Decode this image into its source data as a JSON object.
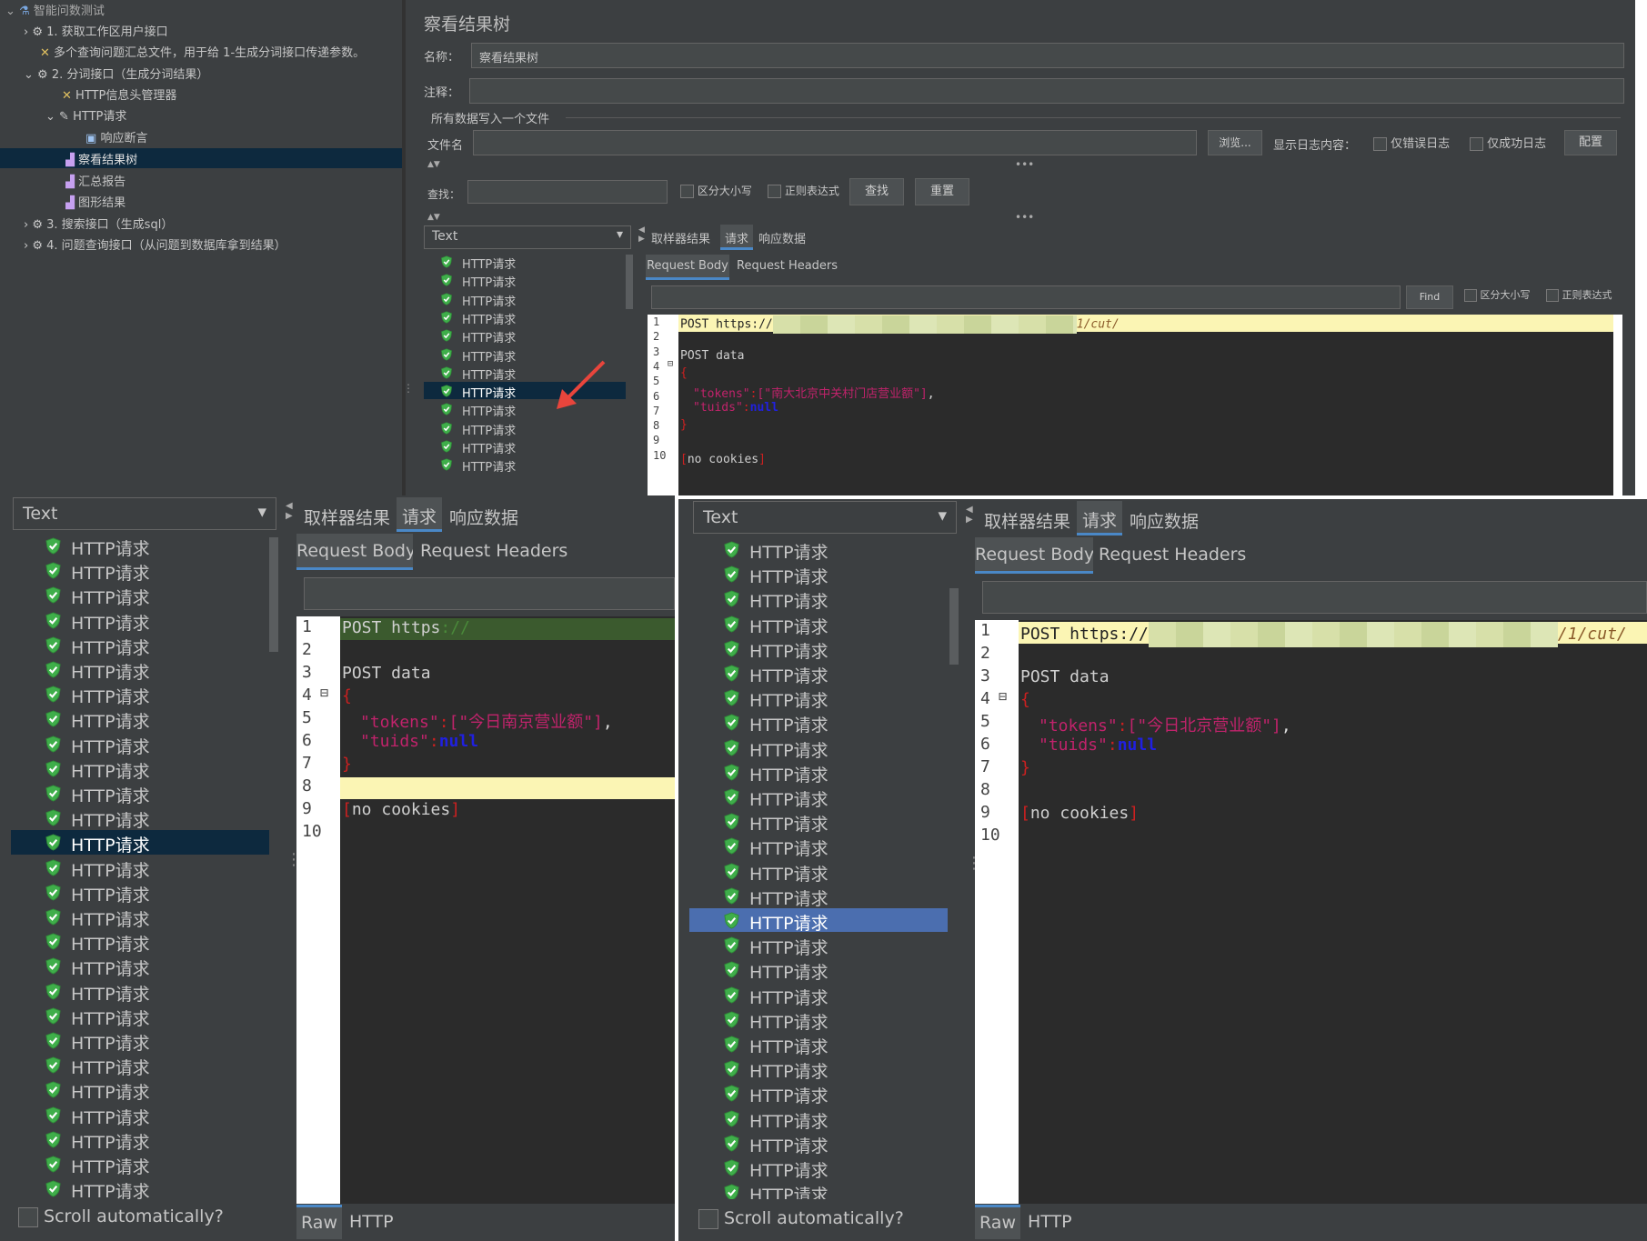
{
  "tree": {
    "root": "智能问数测试",
    "items": [
      {
        "label": "1. 获取工作区用户接口"
      },
      {
        "label": "多个查询问题汇总文件，用于给 1-生成分词接口传递参数。"
      },
      {
        "label": "2. 分词接口（生成分词结果）"
      },
      {
        "label": "HTTP信息头管理器"
      },
      {
        "label": "HTTP请求"
      },
      {
        "label": "响应断言"
      },
      {
        "label": "察看结果树"
      },
      {
        "label": "汇总报告"
      },
      {
        "label": "图形结果"
      },
      {
        "label": "3. 搜索接口（生成sql）"
      },
      {
        "label": "4. 问题查询接口（从问题到数据库拿到结果）"
      }
    ]
  },
  "config": {
    "title": "察看结果树",
    "name_label": "名称：",
    "name_value": "察看结果树",
    "comment_label": "注释：",
    "group_label": "所有数据写入一个文件",
    "file_label": "文件名",
    "browse": "浏览...",
    "log_label": "显示日志内容：",
    "errors_only": "仅错误日志",
    "success_only": "仅成功日志",
    "configure": "配置",
    "search_label": "查找：",
    "case": "区分大小写",
    "regex": "正则表达式",
    "find": "查找",
    "reset": "重置"
  },
  "small": {
    "renderer": "Text",
    "tabs": [
      "取样器结果",
      "请求",
      "响应数据"
    ],
    "subtabs": [
      "Request Body",
      "Request Headers"
    ],
    "find_btn": "Find",
    "case": "区分大小写",
    "regex": "正则表达式",
    "list_item": "HTTP请求",
    "code": {
      "l1a": "POST https://",
      "l1b": "1/cut/",
      "l3": "POST data",
      "l5k": "\"tokens\"",
      "l5v": "[\"南大北京中关村门店营业额\"]",
      "l6k": "\"tuids\"",
      "l6v": "null",
      "l9": "no cookies"
    },
    "line_numbers": [
      "1",
      "2",
      "3",
      "4",
      "5",
      "6",
      "7",
      "8",
      "9",
      "10"
    ]
  },
  "left": {
    "renderer": "Text",
    "tabs": [
      "取样器结果",
      "请求",
      "响应数据"
    ],
    "subtabs": [
      "Request Body",
      "Request Headers"
    ],
    "list_item": "HTTP请求",
    "scroll": "Scroll automatically?",
    "bottom_tabs": [
      "Raw",
      "HTTP"
    ],
    "code": {
      "l1a": "POST https",
      "l1b": "://",
      "l3": "POST data",
      "l5k": "\"tokens\"",
      "l5v": "[\"今日南京营业额\"]",
      "l6k": "\"tuids\"",
      "l6v": "null",
      "l9": "no cookies"
    }
  },
  "right": {
    "renderer": "Text",
    "tabs": [
      "取样器结果",
      "请求",
      "响应数据"
    ],
    "subtabs": [
      "Request Body",
      "Request Headers"
    ],
    "list_item": "HTTP请求",
    "scroll": "Scroll automatically?",
    "bottom_tabs": [
      "Raw",
      "HTTP"
    ],
    "code": {
      "l1a": "POST https://",
      "l1b": "/1/cut/",
      "l3": "POST data",
      "l5k": "\"tokens\"",
      "l5v": "[\"今日北京营业额\"]",
      "l6k": "\"tuids\"",
      "l6v": "null",
      "l9": "no cookies"
    }
  },
  "colors": {
    "panel": "#3c3f41",
    "selection": "#0d293e",
    "selection_active": "#4b6eaf",
    "shield": "#3fae4a",
    "highlight_line": "#fbf5b4"
  }
}
